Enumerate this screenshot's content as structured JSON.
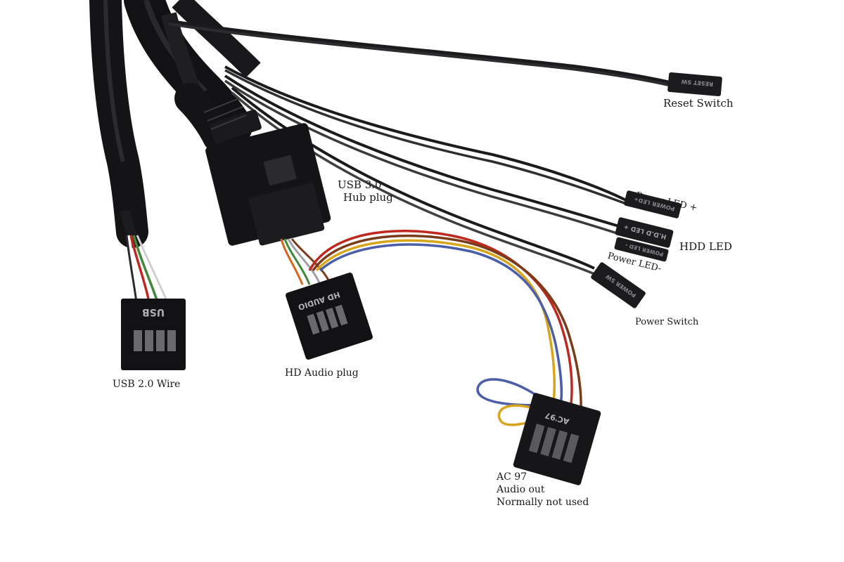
{
  "labels": {
    "reset_switch": "Reset Switch",
    "usb3_line1": "USB 3.0",
    "usb3_line2": "Hub plug",
    "power_led_plus": "Power LED +",
    "hdd_led": "HDD LED",
    "power_led_minus": "Power LED-",
    "power_switch": "Power Switch",
    "usb2_wire": "USB 2.0 Wire",
    "hd_audio_plug": "HD Audio plug",
    "ac97_line1": "AC 97",
    "ac97_line2": "Audio out",
    "ac97_line3": "Normally not used"
  },
  "connector_print": {
    "usb": "USB",
    "hd_audio": "HD AUDIO",
    "reset_sw": "RESET SW",
    "power_led_plus": "POWER LED+",
    "hdd_led": "H.D.D LED +",
    "power_led_minus": "POWER LED -",
    "power_sw": "POWER SW",
    "ac97": "AC'97"
  },
  "colors": {
    "background": "#ffffff",
    "cable": "#1c1c1e",
    "wire_red": "#c0281f",
    "wire_orange": "#d9651c",
    "wire_yellow": "#d8a51a",
    "wire_blue": "#4a5fa8",
    "wire_brown": "#7a3b1a",
    "wire_green": "#3f8a3a",
    "text": "#1a1a1a"
  }
}
